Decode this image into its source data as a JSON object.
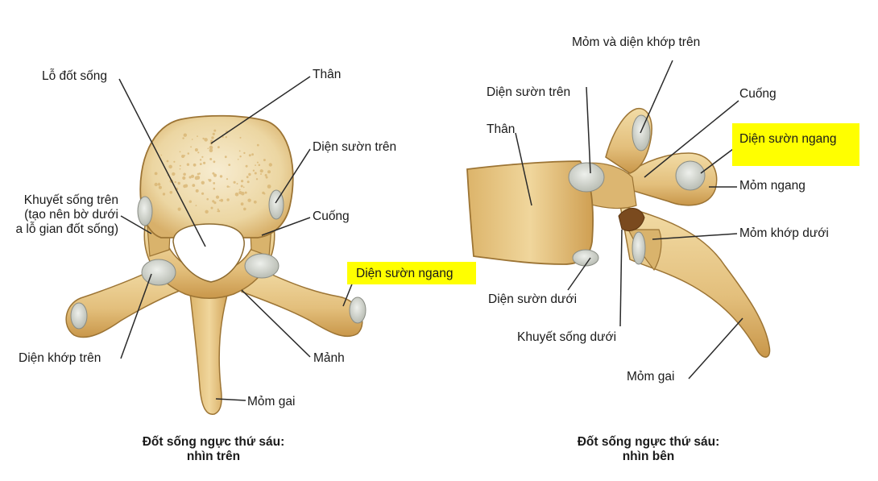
{
  "figures": {
    "top_view": {
      "caption_line1": "Đốt sống ngực thứ sáu:",
      "caption_line2": "nhìn trên",
      "labels": {
        "vertebral_foramen": "Lỗ đốt sống",
        "body": "Thân",
        "superior_costal_facet": "Diện sườn trên",
        "superior_notch_line1": "Khuyết sống trên",
        "superior_notch_line2": "(tạo nên bờ dưới",
        "superior_notch_line3": "a lỗ gian đốt sống)",
        "pedicle": "Cuống",
        "transverse_costal_facet": "Diện sườn ngang",
        "superior_articular_facet": "Diện khớp trên",
        "lamina": "Mảnh",
        "spinous_process": "Mỏm gai"
      }
    },
    "side_view": {
      "caption_line1": "Đốt sống ngực thứ sáu:",
      "caption_line2": "nhìn bên",
      "labels": {
        "superior_articular_process": "Mỏm và diện khớp trên",
        "superior_costal_facet": "Diện sườn trên",
        "pedicle": "Cuống",
        "body": "Thân",
        "transverse_costal_facet": "Diện sườn ngang",
        "transverse_process": "Mỏm ngang",
        "inferior_articular_process": "Mỏm khớp dưới",
        "inferior_costal_facet": "Diện sườn dưới",
        "inferior_notch": "Khuyết sống dưới",
        "spinous_process": "Mỏm gai"
      }
    }
  },
  "colors": {
    "bone_fill": "#e6c88a",
    "bone_shade": "#c99a4c",
    "bone_light": "#f4e1b0",
    "facet": "#d8dcd6",
    "highlight": "#ffff00"
  }
}
